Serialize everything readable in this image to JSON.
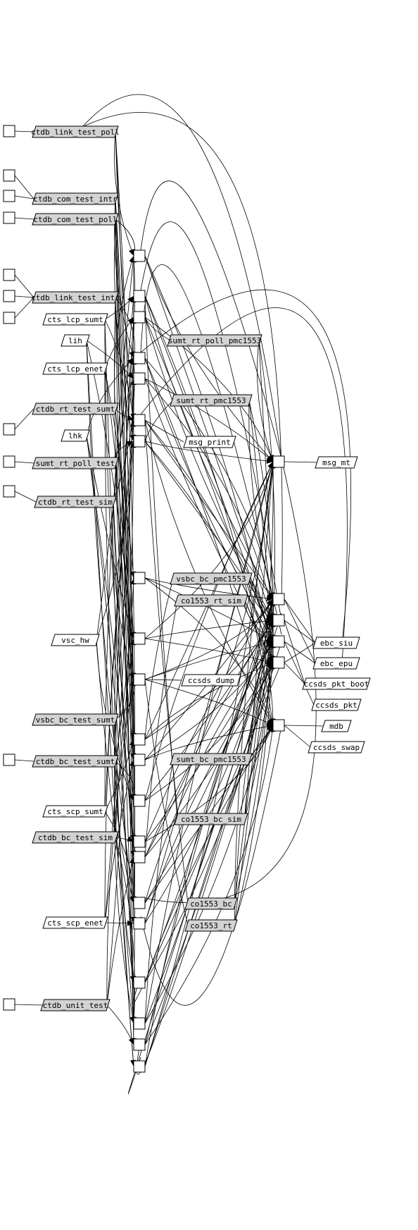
{
  "colors": {
    "background": "#ffffff",
    "line": "#000000",
    "shaded_node": "#d3d3d3",
    "plain_node": "#ffffff"
  },
  "nodes": [
    {
      "id": "ctdb_link_test_poll",
      "label": "ctdb_link_test_poll",
      "shaded": true
    },
    {
      "id": "ctdb_com_test_intr",
      "label": "ctdb_com_test_intr",
      "shaded": true
    },
    {
      "id": "ctdb_com_test_poll",
      "label": "ctdb_com_test_poll",
      "shaded": true
    },
    {
      "id": "ctdb_link_test_intr",
      "label": "ctdb_link_test_intr",
      "shaded": true
    },
    {
      "id": "cts_lcp_sumt",
      "label": "cts_lcp_sumt",
      "shaded": false
    },
    {
      "id": "lih",
      "label": "lih",
      "shaded": false
    },
    {
      "id": "sumt_rt_poll_pmc1553",
      "label": "sumt_rt_poll_pmc1553",
      "shaded": true
    },
    {
      "id": "cts_lcp_enet",
      "label": "cts_lcp_enet",
      "shaded": false
    },
    {
      "id": "sumt_rt_pmc1553",
      "label": "sumt_rt_pmc1553",
      "shaded": true
    },
    {
      "id": "ctdb_rt_test_sumt",
      "label": "ctdb_rt_test_sumt",
      "shaded": true
    },
    {
      "id": "lhk",
      "label": "lhk",
      "shaded": false
    },
    {
      "id": "msg_print",
      "label": "msg_print",
      "shaded": false
    },
    {
      "id": "sumt_rt_poll_test",
      "label": "sumt_rt_poll_test",
      "shaded": true
    },
    {
      "id": "msg_mt",
      "label": "msg_mt",
      "shaded": false
    },
    {
      "id": "ctdb_rt_test_sim",
      "label": "ctdb_rt_test_sim",
      "shaded": true
    },
    {
      "id": "vsbc_bc_pmc1553",
      "label": "vsbc_bc_pmc1553",
      "shaded": true
    },
    {
      "id": "co1553_rt_sim",
      "label": "co1553_rt_sim",
      "shaded": true
    },
    {
      "id": "vsc_hw",
      "label": "vsc_hw",
      "shaded": false
    },
    {
      "id": "ebc_siu",
      "label": "ebc_siu",
      "shaded": false
    },
    {
      "id": "ebc_epu",
      "label": "ebc_epu",
      "shaded": false
    },
    {
      "id": "ccsds_dump",
      "label": "ccsds_dump",
      "shaded": false
    },
    {
      "id": "ccsds_pkt_boot",
      "label": "ccsds_pkt_boot",
      "shaded": false
    },
    {
      "id": "ccsds_pkt",
      "label": "ccsds_pkt",
      "shaded": false
    },
    {
      "id": "vsbc_bc_test_sumt",
      "label": "vsbc_bc_test_sumt",
      "shaded": true
    },
    {
      "id": "mdb",
      "label": "mdb",
      "shaded": false
    },
    {
      "id": "ccsds_swap",
      "label": "ccsds_swap",
      "shaded": false
    },
    {
      "id": "ctdb_bc_test_sumt",
      "label": "ctdb_bc_test_sumt",
      "shaded": true
    },
    {
      "id": "sumt_bc_pmc1553",
      "label": "sumt_bc_pmc1553",
      "shaded": true
    },
    {
      "id": "cts_scp_sumt",
      "label": "cts_scp_sumt",
      "shaded": false
    },
    {
      "id": "co1553_bc_sim",
      "label": "co1553_bc_sim",
      "shaded": true
    },
    {
      "id": "ctdb_bc_test_sim",
      "label": "ctdb_bc_test_sim",
      "shaded": true
    },
    {
      "id": "co1553_bc",
      "label": "co1553_bc",
      "shaded": true
    },
    {
      "id": "co1553_rt",
      "label": "co1553_rt",
      "shaded": true
    },
    {
      "id": "cts_scp_enet",
      "label": "cts_scp_enet",
      "shaded": false
    },
    {
      "id": "ctdb_unit_test",
      "label": "ctdb_unit_test",
      "shaded": true
    }
  ],
  "square_count": 42,
  "edges": [
    [
      "ctdb_link_test_poll",
      "msg_mt"
    ],
    [
      "ctdb_com_test_intr",
      "msg_mt"
    ],
    [
      "ctdb_com_test_poll",
      "msg_mt"
    ],
    [
      "ctdb_link_test_intr",
      "msg_mt"
    ],
    [
      "ctdb_rt_test_sumt",
      "msg_mt"
    ],
    [
      "sumt_rt_poll_test",
      "msg_mt"
    ],
    [
      "ctdb_rt_test_sim",
      "msg_mt"
    ],
    [
      "sumt_rt_poll_pmc1553",
      "msg_mt"
    ],
    [
      "sumt_rt_pmc1553",
      "msg_mt"
    ],
    [
      "sumt_rt_pmc1553",
      "msg_print"
    ],
    [
      "vsbc_bc_pmc1553",
      "ebc_siu"
    ],
    [
      "co1553_rt_sim",
      "ebc_epu"
    ],
    [
      "co1553_rt_sim",
      "ccsds_pkt_boot"
    ],
    [
      "co1553_rt_sim",
      "ccsds_pkt"
    ],
    [
      "sumt_bc_pmc1553",
      "mdb"
    ],
    [
      "co1553_bc_sim",
      "ccsds_swap"
    ],
    [
      "vsc_hw",
      "ebc_siu"
    ],
    [
      "ctdb_bc_test_sumt",
      "sumt_bc_pmc1553"
    ],
    [
      "ctdb_bc_test_sim",
      "co1553_bc_sim"
    ],
    [
      "ctdb_unit_test",
      "co1553_bc"
    ],
    [
      "ctdb_unit_test",
      "co1553_rt"
    ],
    [
      "cts_lcp_sumt",
      "sumt_rt_poll_pmc1553"
    ],
    [
      "cts_scp_sumt",
      "sumt_bc_pmc1553"
    ],
    [
      "cts_scp_enet",
      "ctdb_unit_test"
    ],
    [
      "lih",
      "ctdb_link_test_intr"
    ],
    [
      "lhk",
      "sumt_rt_poll_test"
    ],
    [
      "cts_lcp_enet",
      "ctdb_rt_test_sumt"
    ],
    [
      "vsbc_bc_test_sumt",
      "vsbc_bc_pmc1553"
    ],
    [
      "ctdb_rt_test_sim",
      "co1553_rt_sim"
    ],
    [
      "ccsds_dump",
      "ccsds_pkt"
    ]
  ]
}
